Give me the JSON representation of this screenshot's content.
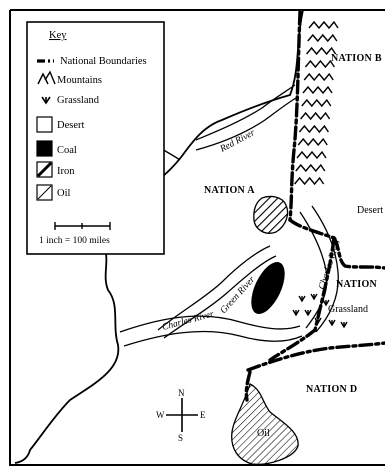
{
  "key": {
    "title": "Key",
    "items": [
      {
        "label": "National Boundaries",
        "icon": "national-boundary-line-icon"
      },
      {
        "label": "Mountains",
        "icon": "mountains-icon"
      },
      {
        "label": "Grassland",
        "icon": "grassland-icon"
      },
      {
        "label": "Desert",
        "icon": "desert-swatch-icon"
      },
      {
        "label": "Coal",
        "icon": "coal-swatch-icon"
      },
      {
        "label": "Iron",
        "icon": "iron-swatch-icon"
      },
      {
        "label": "Oil",
        "icon": "oil-swatch-icon"
      }
    ],
    "scale_label": "1 inch = 100 miles"
  },
  "nations": {
    "a": "NATION A",
    "b": "NATION B",
    "c": "NATION",
    "d": "NATION D"
  },
  "regions": {
    "desert": "Desert",
    "grassland": "Grassland",
    "oil": "Oil"
  },
  "rivers": {
    "red": "Red River",
    "green": "Green River",
    "charles_upper": "Charles River",
    "charles_lower": "Charles River"
  },
  "compass": {
    "n": "N",
    "s": "S",
    "e": "E",
    "w": "W"
  }
}
